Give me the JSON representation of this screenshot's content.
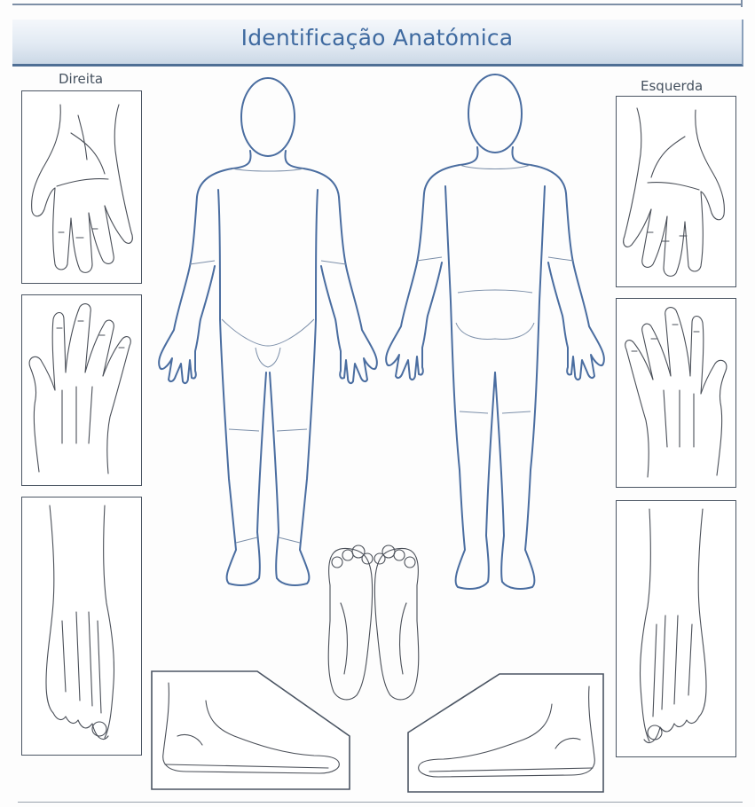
{
  "header": {
    "title": "Identificação Anatómica"
  },
  "labels": {
    "right": "Direita",
    "left": "Esquerda"
  },
  "colors": {
    "banner_text": "#3f6aa0",
    "banner_border": "#4f6f95",
    "outline": "#4a6da0"
  }
}
